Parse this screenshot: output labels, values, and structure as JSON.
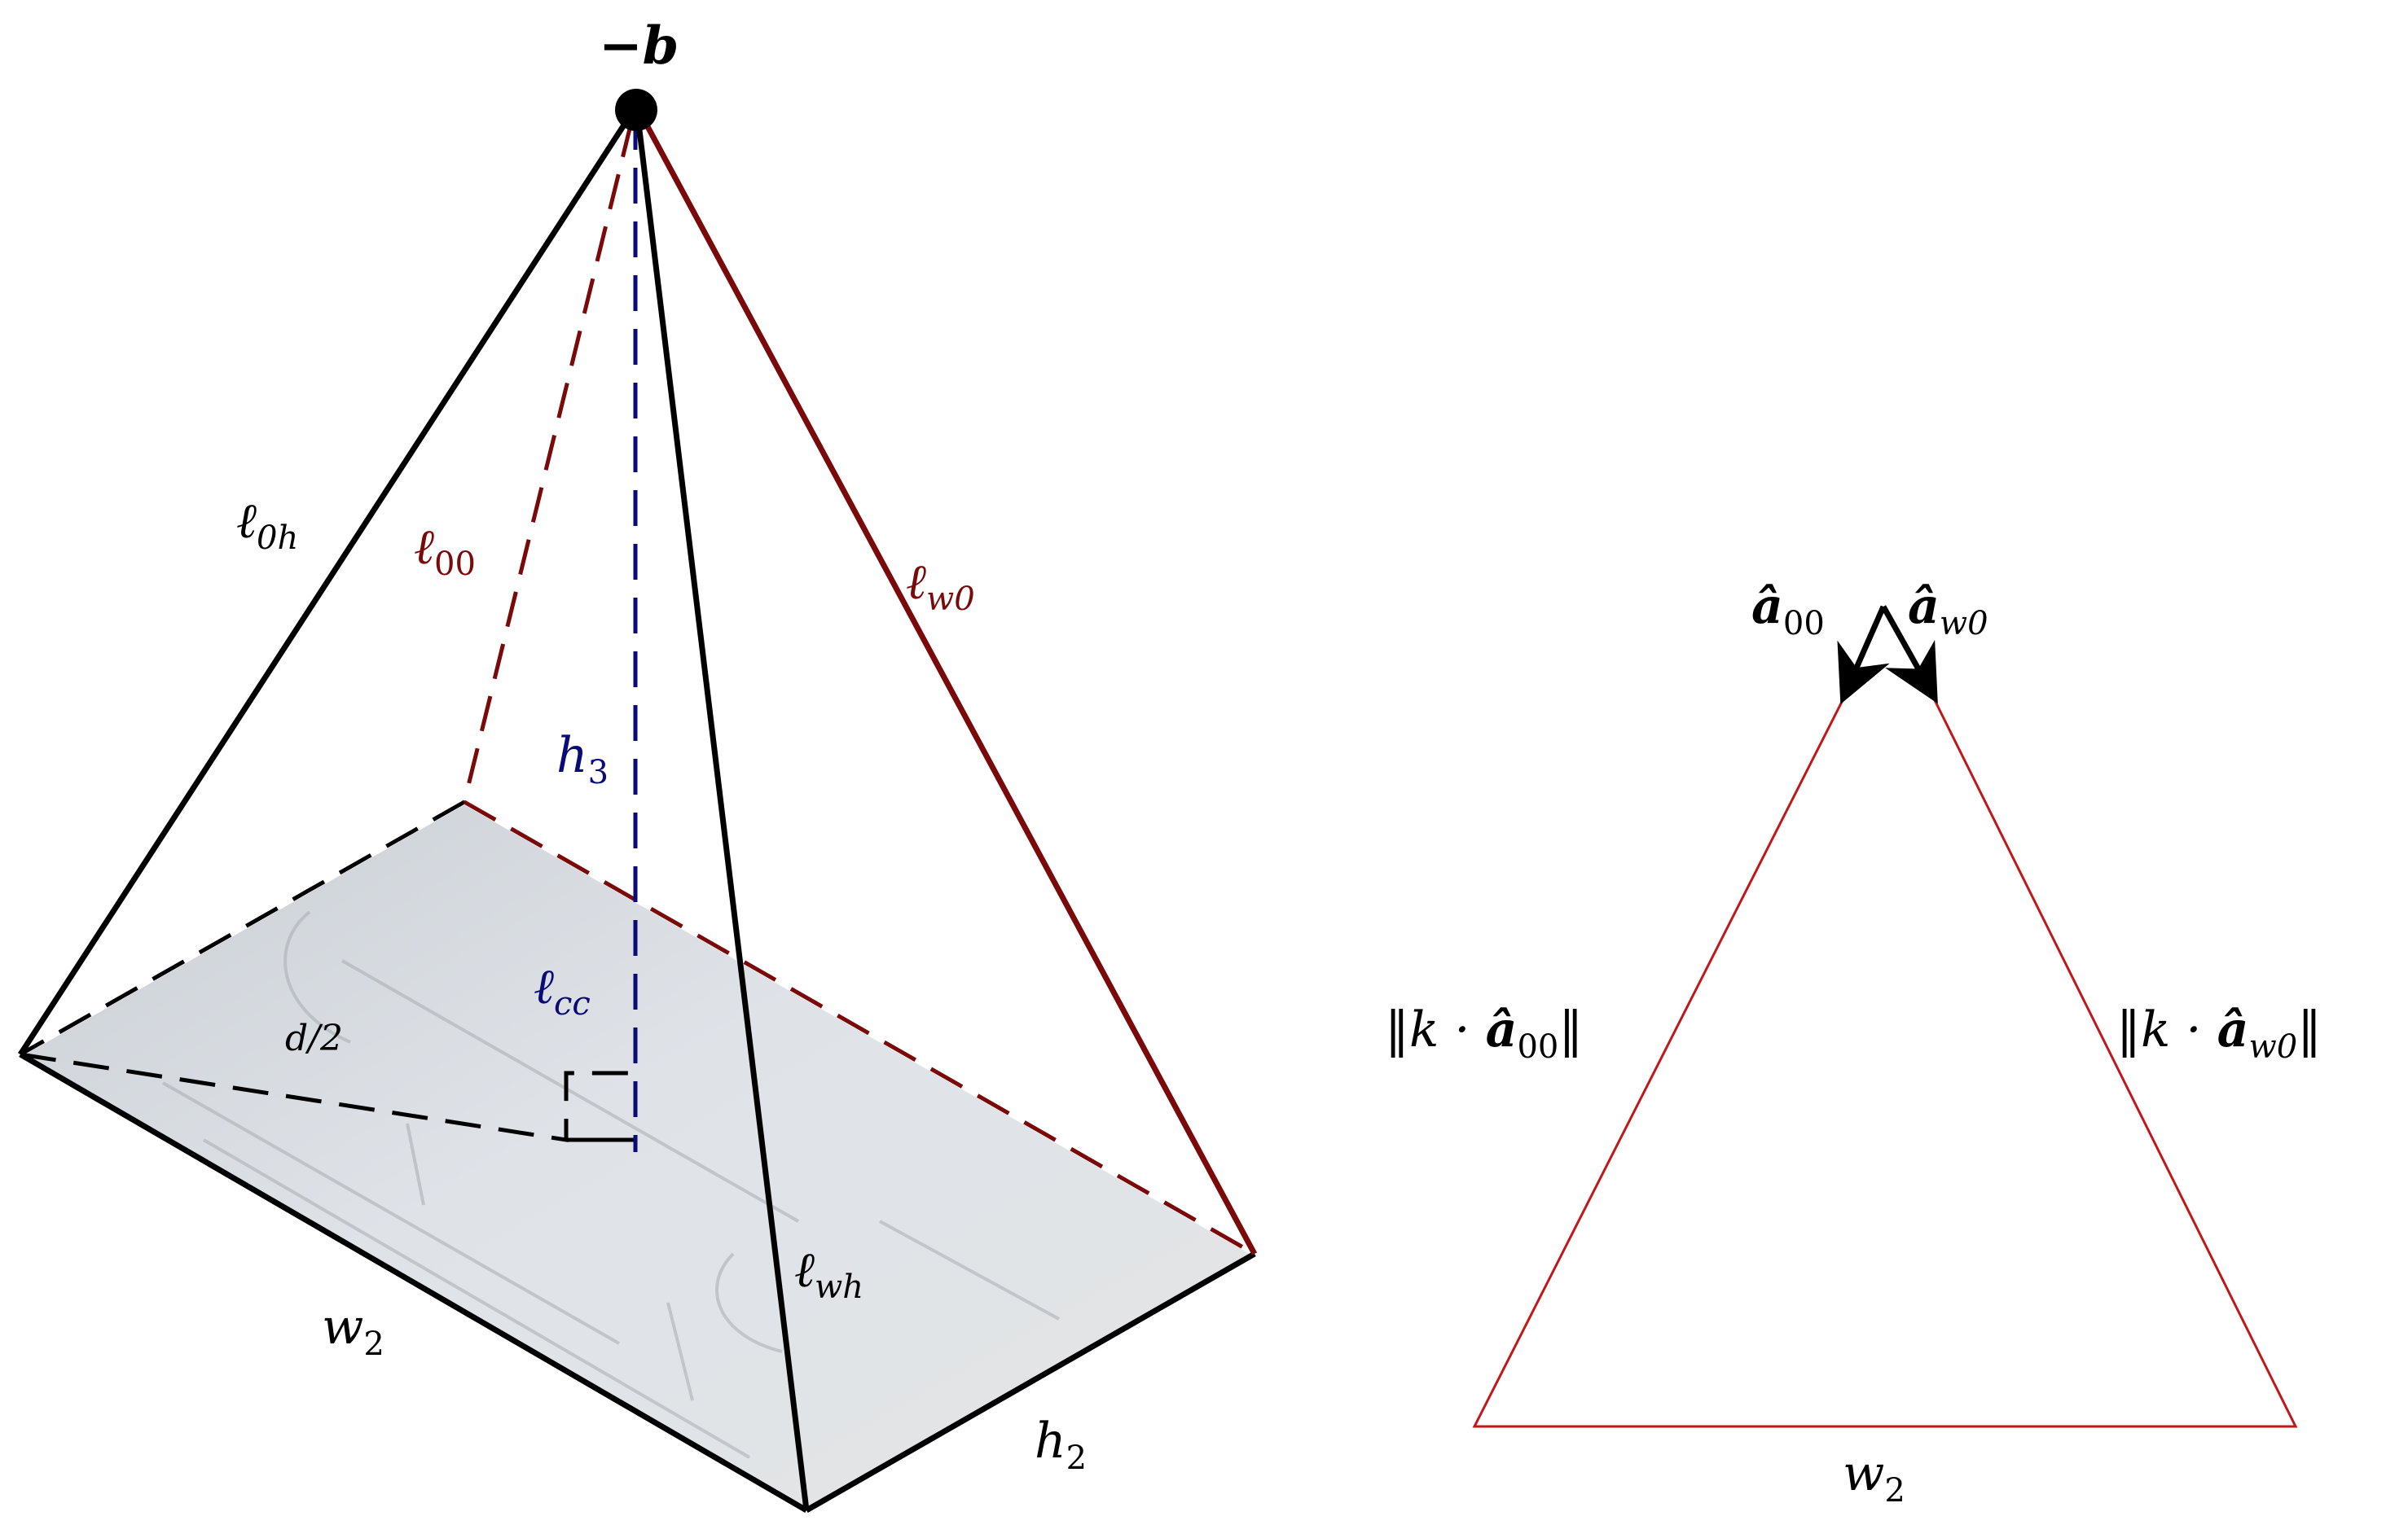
{
  "colors": {
    "black": "#000000",
    "dark_red": "#7a0a0a",
    "navy": "#0a0a78",
    "bright_red": "#c01818",
    "plane_fill": "#dfe1e3"
  },
  "labels": {
    "apex": "−b",
    "l0h": "ℓ",
    "l0h_sub": "0h",
    "l00": "ℓ",
    "l00_sub": "00",
    "lw0": "ℓ",
    "lw0_sub": "w0",
    "h3": "h",
    "h3_sub": "3",
    "lcc": "ℓ",
    "lcc_sub": "cc",
    "d2": "d/2",
    "lwh": "ℓ",
    "lwh_sub": "wh",
    "w2_left": "w",
    "w2_left_sub": "2",
    "h2": "h",
    "h2_sub": "2",
    "a00_hat": "â",
    "a00_sub": "00",
    "aw0_hat": "â",
    "aw0_sub": "w0",
    "left_side_prefix": "‖k · ",
    "left_side_hat": "â",
    "left_side_sub": "00",
    "left_side_suffix": "‖",
    "right_side_prefix": "‖k · ",
    "right_side_hat": "â",
    "right_side_sub": "w0",
    "right_side_suffix": "‖",
    "w2_right": "w",
    "w2_right_sub": "2"
  }
}
